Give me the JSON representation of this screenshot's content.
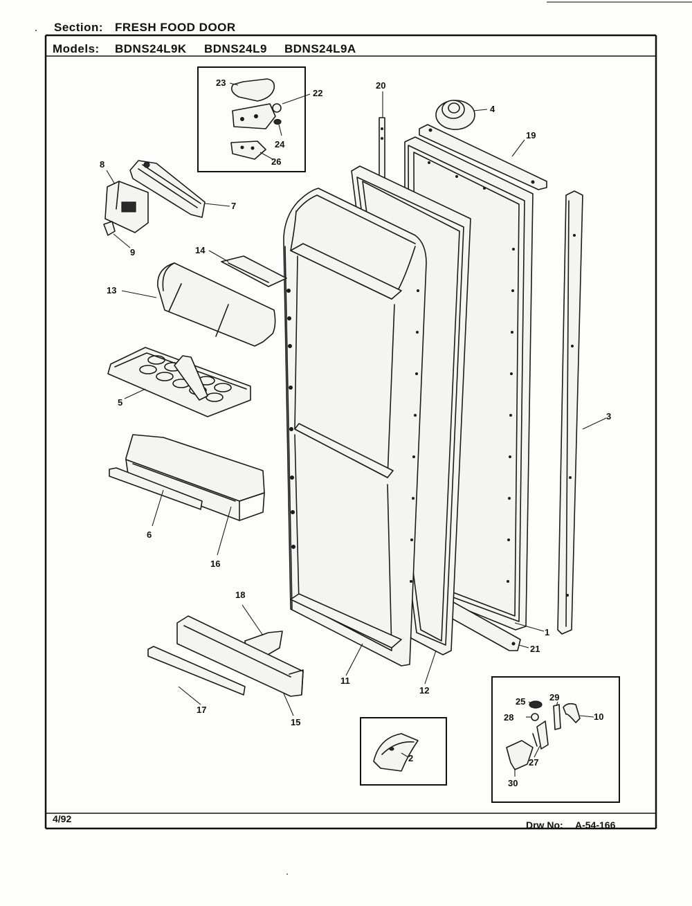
{
  "header": {
    "section_label": "Section:",
    "section_value": "FRESH FOOD DOOR",
    "models_label": "Models:",
    "models": [
      "BDNS24L9K",
      "BDNS24L9",
      "BDNS24L9A"
    ]
  },
  "footer": {
    "date": "4/92",
    "drawing_label": "Drw No:",
    "drawing_number": "A-54-166"
  },
  "callouts": {
    "p1": "1",
    "p2": "2",
    "p3": "3",
    "p4": "4",
    "p5": "5",
    "p6": "6",
    "p7": "7",
    "p8": "8",
    "p9": "9",
    "p10": "10",
    "p11": "11",
    "p12": "12",
    "p13": "13",
    "p14": "14",
    "p15": "15",
    "p16": "16",
    "p17": "17",
    "p18": "18",
    "p19": "19",
    "p20": "20",
    "p21": "21",
    "p22": "22",
    "p23": "23",
    "p24": "24",
    "p25": "25",
    "p26": "26",
    "p27": "27",
    "p28": "28",
    "p29": "29",
    "p30": "30"
  }
}
